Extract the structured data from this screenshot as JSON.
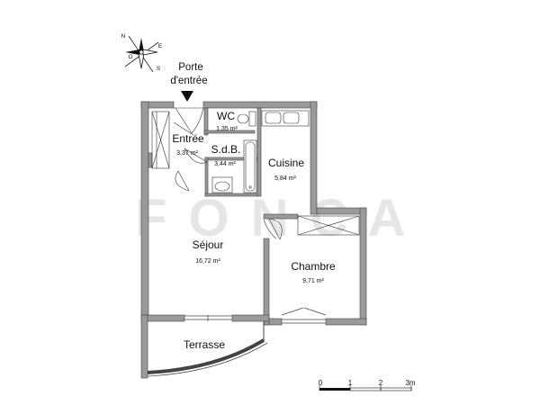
{
  "entrance_label": [
    "Porte",
    "d'entrée"
  ],
  "rooms": {
    "wc": {
      "name": "WC",
      "area": "1,35 m²"
    },
    "entree": {
      "name": "Entrée",
      "area": "3,37 m²"
    },
    "sdb": {
      "name": "S.d.B.",
      "area": "3,44 m²"
    },
    "cuisine": {
      "name": "Cuisine",
      "area": "5,84 m²"
    },
    "sejour": {
      "name": "Séjour",
      "area": "16,72 m²"
    },
    "chambre": {
      "name": "Chambre",
      "area": "9,71 m²"
    },
    "terrasse": {
      "name": "Terrasse",
      "area": ""
    }
  },
  "scale_labels": [
    "0",
    "1",
    "2",
    "3m"
  ],
  "compass": {
    "n": "N",
    "e": "E",
    "s": "S",
    "o": "O"
  }
}
